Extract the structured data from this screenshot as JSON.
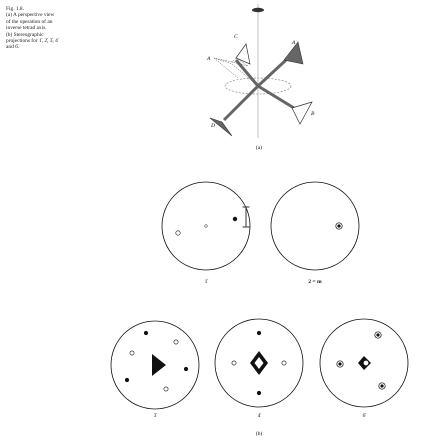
{
  "caption": {
    "lines": [
      "Fig. 1.8.",
      "(a) A perspective view",
      "of the operation of an",
      "inverse tetrad axis.",
      "(b) Stereographic",
      "projections for 1̄, 2̄, 3̄, 4̄",
      "and 6̄."
    ]
  },
  "figure_a": {
    "point_labels": [
      "A",
      "B",
      "C",
      "D"
    ],
    "sublabel": "(a)"
  },
  "figure_b": {
    "projection_labels": [
      "1̄",
      "2 = m",
      "3̄",
      "4̄",
      "6̄"
    ],
    "sublabel": "(b)"
  },
  "colors": {
    "ink": "#111111",
    "shade": "#666666",
    "guide": "#999999"
  }
}
